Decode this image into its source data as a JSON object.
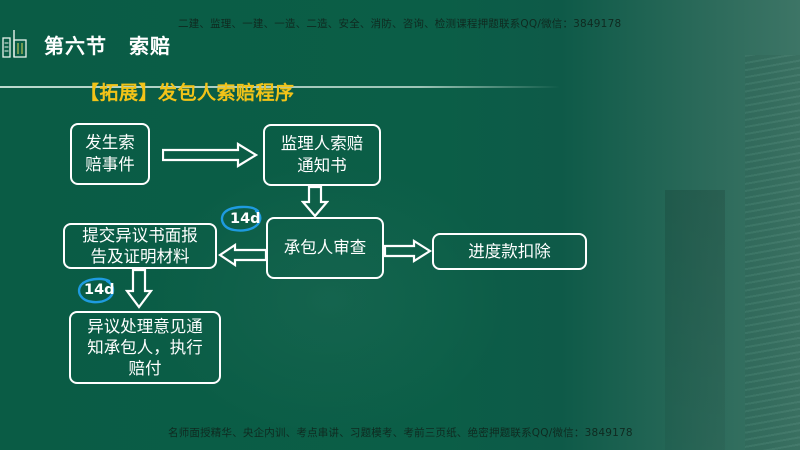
{
  "watermark": {
    "top": "二建、监理、一建、一造、二造、安全、消防、咨询、检测课程押题联系QQ/微信：3849178",
    "bottom": "名师面授精华、央企内训、考点串讲、习题模考、考前三页纸、绝密押题联系QQ/微信：3849178"
  },
  "header": {
    "section_number": "第六节",
    "section_name": "索赔",
    "logo_icon": "building-icon"
  },
  "subtitle": "【拓展】发包人索赔程序",
  "flow": {
    "boxes": {
      "claim_event": [
        "发生索",
        "赔事件"
      ],
      "supervisor_notice": [
        "监理人索赔",
        "通知书"
      ],
      "contractor_review": [
        "承包人审查"
      ],
      "progress_deduction": [
        "进度款扣除"
      ],
      "submit_objection": [
        "提交异议书面报",
        "告及证明材料"
      ],
      "objection_handling": [
        "异议处理意见通",
        "知承包人，执行",
        "赔付"
      ]
    },
    "annotations": {
      "deadline_1": "14d",
      "deadline_2": "14d"
    }
  },
  "colors": {
    "background": "#0b5e47",
    "subtitle": "#f2c318",
    "box_border": "#ffffff",
    "annotation_circle": "#1e9be0",
    "watermark": "#0f2a20"
  }
}
